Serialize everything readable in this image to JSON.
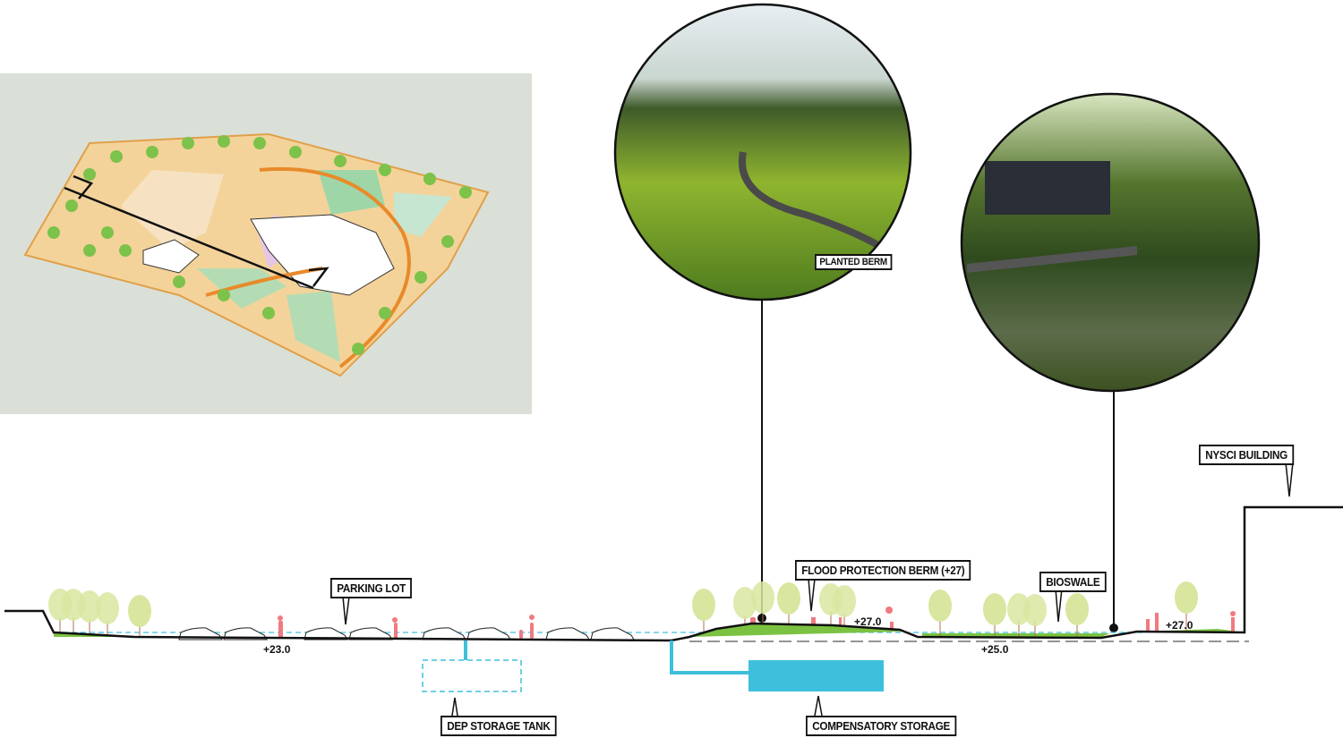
{
  "labels": {
    "planted_berm": "PLANTED BERM",
    "parking_lot": "PARKING LOT",
    "dep_storage_tank": "DEP STORAGE TANK",
    "flood_protection_berm": "FLOOD PROTECTION BERM (+27)",
    "bioswale": "BIOSWALE",
    "compensatory_storage": "COMPENSATORY STORAGE",
    "nysci_building": "NYSCI BUILDING"
  },
  "elevations": {
    "parking": "+23.0",
    "berm": "+27.0",
    "bioswale": "+25.0",
    "plaza": "+27.0"
  },
  "colors": {
    "tree": "#d8e6a0",
    "grass": "#7cc242",
    "water": "#3ec0dc",
    "people": "#f07a80",
    "ground": "#111111"
  }
}
